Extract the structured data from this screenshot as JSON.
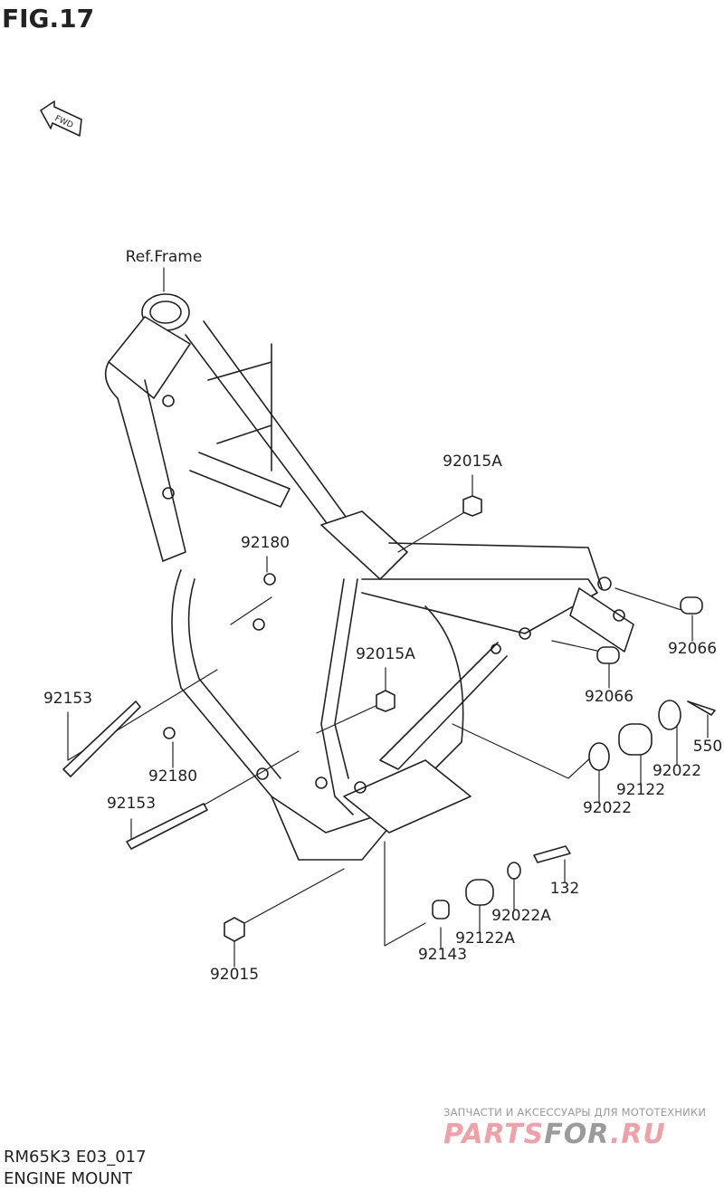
{
  "figure": {
    "title": "FIG.17",
    "fwd_label": "FWD"
  },
  "callouts": {
    "ref_frame": "Ref.Frame",
    "p92015A_top": "92015A",
    "p92180_top": "92180",
    "p92015A_mid": "92015A",
    "p92066_right": "92066",
    "p92066_left": "92066",
    "p92153_top": "92153",
    "p550": "550",
    "p92022_right": "92022",
    "p92122": "92122",
    "p92022_left": "92022",
    "p92180_bottom": "92180",
    "p92153_bottom": "92153",
    "p132": "132",
    "p92022A": "92022A",
    "p92122A": "92122A",
    "p92143": "92143",
    "p92015": "92015"
  },
  "footer": {
    "model_code": "RM65K3 E03_017",
    "section_name": "ENGINE MOUNT"
  },
  "watermark": {
    "tagline": "ЗАПЧАСТИ И АКСЕССУАРЫ ДЛЯ МОТОТЕХНИКИ",
    "logo_part1": "PARTS",
    "logo_part2": "FOR",
    "logo_part3": ".RU"
  },
  "colors": {
    "line": "#222222",
    "watermark_pink": "#f0a0a6",
    "watermark_gray": "#9b9b9b"
  }
}
